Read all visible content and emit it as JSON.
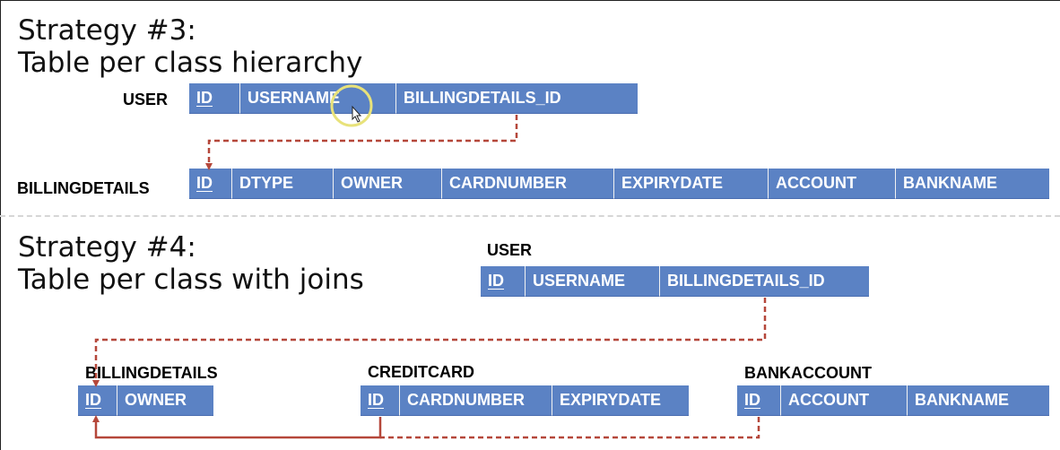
{
  "strategy3": {
    "heading_line1": "Strategy #3:",
    "heading_line2": "Table per class hierarchy",
    "user_table": {
      "label": "USER",
      "columns": [
        "ID",
        "USERNAME",
        "BILLINGDETAILS_ID"
      ]
    },
    "billing_table": {
      "label": "BILLINGDETAILS",
      "columns": [
        "ID",
        "DTYPE",
        "OWNER",
        "CARDNUMBER",
        "EXPIRYDATE",
        "ACCOUNT",
        "BANKNAME"
      ]
    }
  },
  "strategy4": {
    "heading_line1": "Strategy #4:",
    "heading_line2": "Table per class with joins",
    "user_table": {
      "label": "USER",
      "columns": [
        "ID",
        "USERNAME",
        "BILLINGDETAILS_ID"
      ]
    },
    "billing_table": {
      "label": "BILLINGDETAILS",
      "columns": [
        "ID",
        "OWNER"
      ]
    },
    "creditcard_table": {
      "label": "CREDITCARD",
      "columns": [
        "ID",
        "CARDNUMBER",
        "EXPIRYDATE"
      ]
    },
    "bankaccount_table": {
      "label": "BANKACCOUNT",
      "columns": [
        "ID",
        "ACCOUNT",
        "BANKNAME"
      ]
    }
  },
  "colors": {
    "table_fill": "#5b82c4",
    "connector": "#b5473a",
    "highlight_ring": "#e8e27a"
  }
}
